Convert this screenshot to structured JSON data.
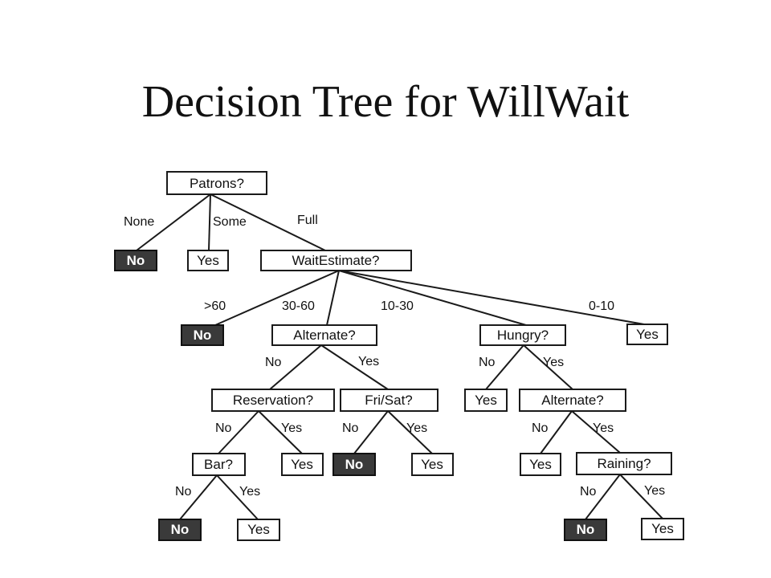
{
  "title": "Decision Tree for WillWait",
  "nodes": {
    "patrons": "Patrons?",
    "patrons_none": "No",
    "patrons_some": "Yes",
    "wait_estimate": "WaitEstimate?",
    "wait_gt60": "No",
    "alternate_1": "Alternate?",
    "hungry": "Hungry?",
    "wait_0_10": "Yes",
    "reservation": "Reservation?",
    "fri_sat": "Fri/Sat?",
    "hungry_no": "Yes",
    "alternate_2": "Alternate?",
    "bar": "Bar?",
    "reservation_yes": "Yes",
    "fri_sat_no": "No",
    "fri_sat_yes": "Yes",
    "alternate_2_no": "Yes",
    "raining": "Raining?",
    "bar_no": "No",
    "bar_yes": "Yes",
    "raining_no": "No",
    "raining_yes": "Yes"
  },
  "edges": {
    "patrons_none": "None",
    "patrons_some": "Some",
    "patrons_full": "Full",
    "wait_gt60": ">60",
    "wait_30_60": "30-60",
    "wait_10_30": "10-30",
    "wait_0_10": "0-10",
    "alt1_no": "No",
    "alt1_yes": "Yes",
    "hungry_no": "No",
    "hungry_yes": "Yes",
    "res_no": "No",
    "res_yes": "Yes",
    "frisat_no": "No",
    "frisat_yes": "Yes",
    "alt2_no": "No",
    "alt2_yes": "Yes",
    "bar_no": "No",
    "bar_yes": "Yes",
    "rain_no": "No",
    "rain_yes": "Yes"
  }
}
